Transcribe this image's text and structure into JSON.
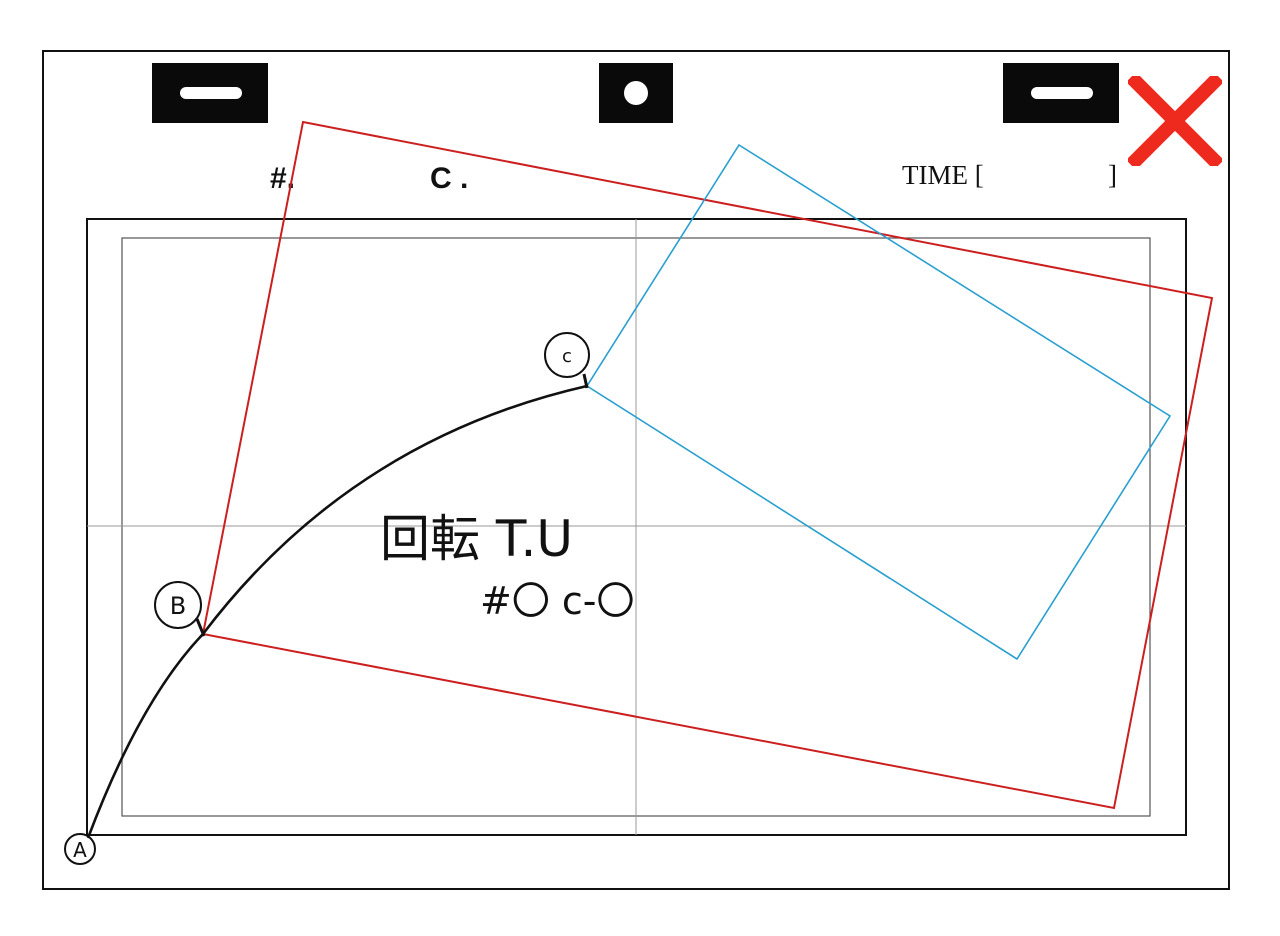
{
  "sheet": {
    "cut_number_label": "#.",
    "cell_label": "C .",
    "time_label": "TIME [",
    "time_value": "",
    "time_close": "]"
  },
  "icons": {
    "punch_left": "punch-hole-slot",
    "punch_center": "punch-hole-round",
    "punch_right": "punch-hole-slot",
    "close": "close-icon"
  },
  "colors": {
    "frame": "#111111",
    "guide": "#9a9a9a",
    "red_frame": "#cc1f1f",
    "blue_frame": "#2a9fd0",
    "close": "#ee2a1e"
  },
  "annotations": {
    "point_a": "A",
    "point_b": "B",
    "point_c": "c",
    "note_main": "回転 T.U",
    "note_sub": "#〇 c-〇"
  }
}
